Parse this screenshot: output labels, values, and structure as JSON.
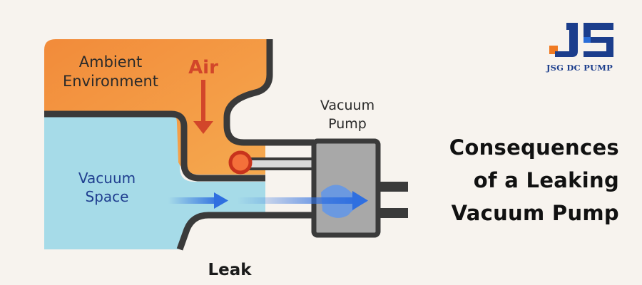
{
  "labels": {
    "ambient_line1": "Ambient",
    "ambient_line2": "Environment",
    "air": "Air",
    "vacuum_space_line1": "Vacuum",
    "vacuum_space_line2": "Space",
    "vacuum_pump_line1": "Vacuum",
    "vacuum_pump_line2": "Pump",
    "leak": "Leak"
  },
  "title": {
    "line1": "Consequences",
    "line2": "of a Leaking",
    "line3": "Vacuum Pump"
  },
  "logo": {
    "letters": "JS",
    "brand": "JSG DC PUMP"
  },
  "colors": {
    "background": "#f7f3ee",
    "ambient_orange": "#f29a45",
    "vacuum_blue": "#a6dbe8",
    "pump_gray": "#a8a8a8",
    "outline": "#3a3a3a",
    "air_red": "#d2462a",
    "flow_blue": "#2f6fe0",
    "logo_blue": "#1b3d8c",
    "logo_orange": "#f07a22"
  },
  "icons": {
    "air_arrow": "arrow-down-icon",
    "flow_arrow": "arrow-right-icon",
    "leak_point": "circle-icon"
  }
}
